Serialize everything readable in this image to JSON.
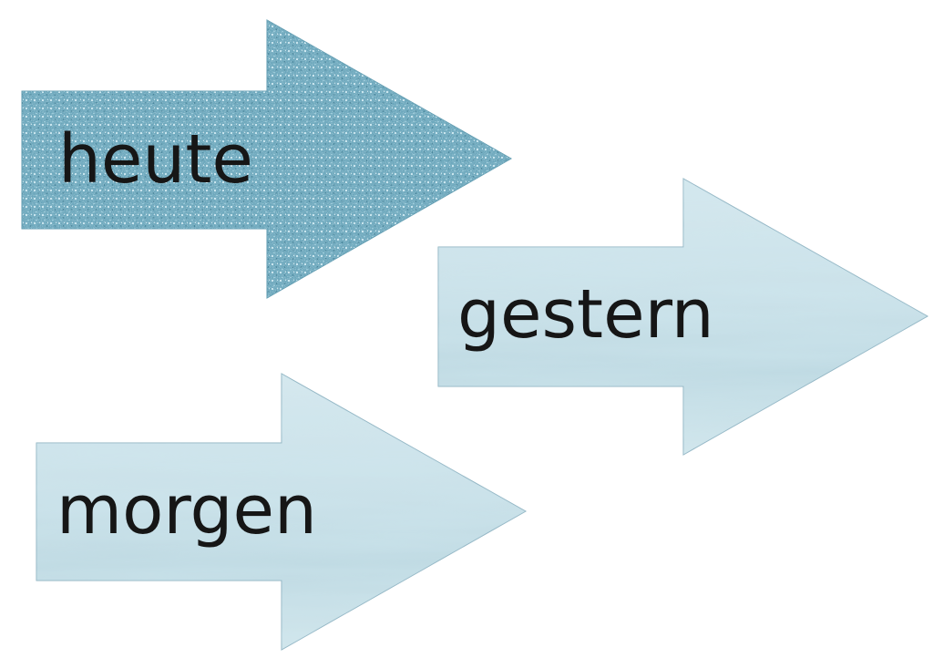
{
  "arrows": [
    {
      "id": "heute",
      "label": "heute",
      "fill": "glitter",
      "base_color": "#7bb3c6"
    },
    {
      "id": "gestern",
      "label": "gestern",
      "fill": "watercolor",
      "base_color": "#cfe3ea"
    },
    {
      "id": "morgen",
      "label": "morgen",
      "fill": "watercolor",
      "base_color": "#cfe3ea"
    }
  ],
  "colors": {
    "background": "#ffffff",
    "text": "#161616",
    "outline": "#8fb3c2"
  }
}
